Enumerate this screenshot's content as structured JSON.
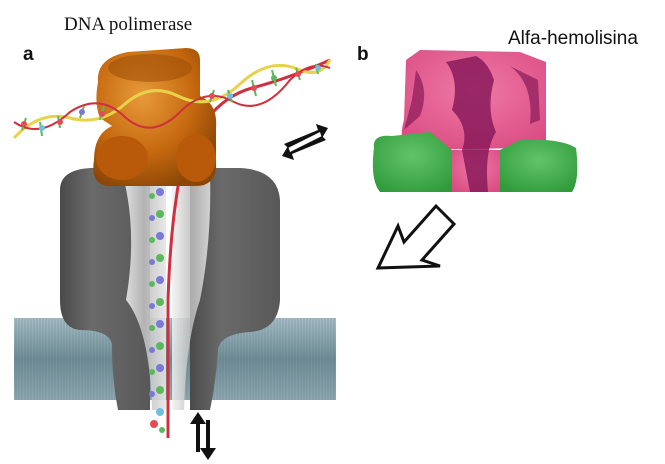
{
  "figure": {
    "title_left": "DNA polimerase",
    "title_right": "Alfa-hemolisina",
    "panel_a": "a",
    "panel_b": "b"
  },
  "colors": {
    "membrane": "#7e9ba5",
    "pore": "#5e5e5e",
    "polymerase": "#c86a12",
    "strand_template": "#d0303e",
    "strand_primer": "#e8d24a",
    "hemolysin_cap": "#e05a8c",
    "hemolysin_stem": "#8a1a5a",
    "hemolysin_rim": "#3fae48",
    "arrow_outline": "#111111"
  }
}
